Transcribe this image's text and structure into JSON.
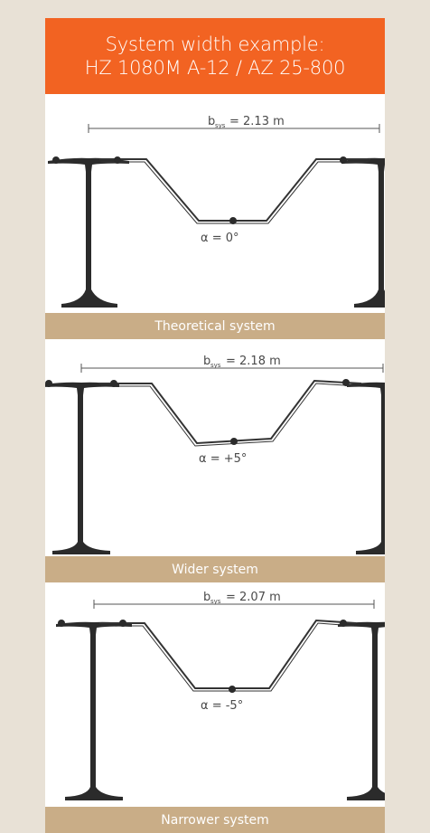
{
  "header": {
    "line1": "System width example:",
    "line2": "HZ 1080M A-12 / AZ 25-800"
  },
  "accent_color": "#f26322",
  "caption_color": "#c9ad87",
  "panels": [
    {
      "dim_b": "b",
      "dim_sub": "sys",
      "dim_value": "= 2.13 m",
      "alpha": "α = 0°",
      "caption": "Theoretical system"
    },
    {
      "dim_b": "b",
      "dim_sub": "sys",
      "dim_value": "= 2.18 m",
      "alpha": "α = +5°",
      "caption": "Wider system"
    },
    {
      "dim_b": "b",
      "dim_sub": "sys",
      "dim_value": "= 2.07 m",
      "alpha": "α = -5°",
      "caption": "Narrower system"
    }
  ]
}
